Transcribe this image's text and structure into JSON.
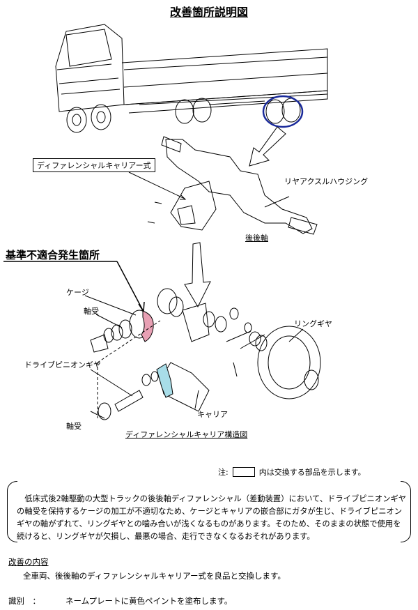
{
  "title": "改善箇所説明図",
  "figure": {
    "part_box_label": "ディファレンシャルキャリアー式",
    "housing_label": "リヤアクスルハウジング",
    "axle_caption": "後後軸",
    "nonconformity_label": "基準不適合発生箇所",
    "parts": {
      "cage": "ケージ",
      "bearing_upper": "軸受",
      "ring_gear": "リングギヤ",
      "drive_pinion_gear": "ドライブピニオンギヤ",
      "bearing_lower": "軸受",
      "carrier": "キャリア"
    },
    "structure_caption": "ディファレンシャルキャリア構造図",
    "highlight_colors": {
      "cage": "#e8a0b4",
      "carrier": "#a8dde8",
      "circle": "#1a2a9a"
    }
  },
  "note": {
    "prefix": "注:",
    "suffix": "内は交換する部品を示します。"
  },
  "description": "低床式後2軸駆動の大型トラックの後後軸ディファレンシャル（差動装置）において、ドライブピニオンギヤの軸受を保持するケージの加工が不適切なため、ケージとキャリアの嵌合部にガタが生じ、ドライブピニオンギヤの軸がずれて、リングギヤとの噛み合いが浅くなるものがあります。そのため、そのままの状態で使用を続けると、リングギヤが欠損し、最悪の場合、走行できなくなるおそれがあります。",
  "improvement": {
    "heading": "改善の内容",
    "body": "全車両、後後軸のディファレンシャルキャリアー式を良品と交換します。"
  },
  "identification": {
    "label": "識別　：",
    "value": "ネームプレートに黄色ペイントを塗布します。"
  }
}
